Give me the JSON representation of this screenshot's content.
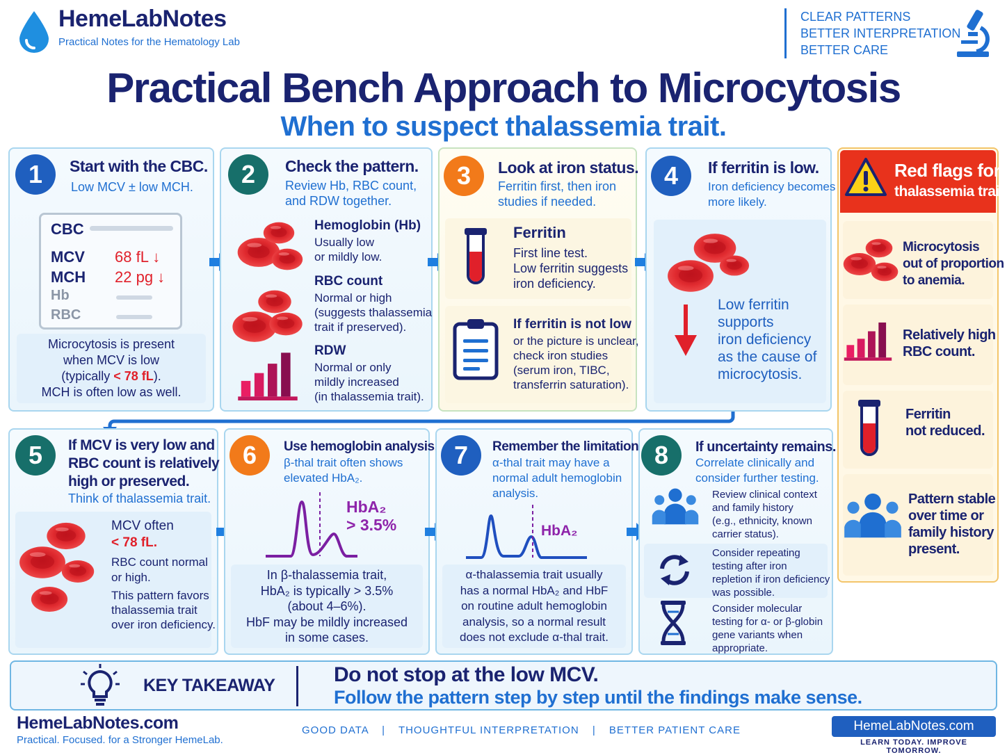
{
  "header": {
    "brand": "HemeLabNotes",
    "tagline": "Practical Notes for the Hematology Lab",
    "slogan": [
      "CLEAR PATTERNS",
      "BETTER INTERPRETATION",
      "BETTER CARE"
    ],
    "title": "Practical Bench Approach to Microcytosis",
    "subtitle": "When to suspect thalassemia trait."
  },
  "steps": {
    "s1": {
      "num": "1",
      "title": "Start with the CBC.",
      "sub": "Low MCV ± low MCH.",
      "cbc_label": "CBC",
      "rows": [
        {
          "label": "MCV",
          "value": "68 fL ↓"
        },
        {
          "label": "MCH",
          "value": "22 pg ↓"
        },
        {
          "label": "Hb",
          "value": ""
        },
        {
          "label": "RBC",
          "value": ""
        }
      ],
      "note_a": "Microcytosis is present",
      "note_b": "when MCV is low",
      "note_c": "(typically ",
      "note_c_red": "< 78 fL",
      "note_c_end": ").",
      "note_d": "MCH is often low as well."
    },
    "s2": {
      "num": "2",
      "title": "Check the pattern.",
      "sub_a": "Review Hb, RBC count,",
      "sub_b": "and RDW together.",
      "hb_title": "Hemoglobin (Hb)",
      "hb_a": "Usually low",
      "hb_b": "or mildly low.",
      "rbc_title": "RBC count",
      "rbc_a": "Normal or high",
      "rbc_b": "(suggests thalassemia",
      "rbc_c": "trait if preserved).",
      "rdw_title": "RDW",
      "rdw_a": "Normal or only",
      "rdw_b": "mildly increased",
      "rdw_c": "(in thalassemia trait)."
    },
    "s3": {
      "num": "3",
      "title": "Look at iron status.",
      "sub_a": "Ferritin first, then iron",
      "sub_b": "studies if needed.",
      "fer_title": "Ferritin",
      "fer_a": "First line test.",
      "fer_b": "Low ferritin suggests",
      "fer_c": "iron deficiency.",
      "nl_title": "If ferritin is not low",
      "nl_a": "or the picture is unclear,",
      "nl_b": "check iron studies",
      "nl_c": "(serum iron, TIBC,",
      "nl_d": "transferrin saturation)."
    },
    "s4": {
      "num": "4",
      "title": "If ferritin is low.",
      "sub_a": "Iron deficiency becomes",
      "sub_b": "more likely.",
      "body": [
        "Low ferritin",
        "supports",
        "iron deficiency",
        "as the cause of",
        "microcytosis."
      ]
    },
    "s5": {
      "num": "5",
      "title_a": "If MCV is very low and",
      "title_b": "RBC count is relatively",
      "title_c": "high or preserved.",
      "sub": "Think of thalassemia trait.",
      "a": "MCV often",
      "b": "< 78 fL.",
      "c": "RBC count normal",
      "d": "or high.",
      "e": "This pattern favors",
      "f": "thalassemia trait",
      "g": "over iron deficiency."
    },
    "s6": {
      "num": "6",
      "title": "Use hemoglobin analysis.",
      "sub_a": "β-thal trait often shows",
      "sub_b": "elevated HbA₂.",
      "peak_a": "HbA₂",
      "peak_b": "> 3.5%",
      "n1": "In β-thalassemia trait,",
      "n2": "HbA₂ is typically > 3.5%",
      "n3": "(about 4–6%).",
      "n4": "HbF may be mildly increased",
      "n5": "in some cases."
    },
    "s7": {
      "num": "7",
      "title": "Remember the limitation.",
      "sub_a": "α-thal trait may have a",
      "sub_b": "normal adult hemoglobin",
      "sub_c": "analysis.",
      "peak": "HbA₂",
      "n1": "α-thalassemia trait usually",
      "n2": "has a normal HbA₂ and HbF",
      "n3": "on routine adult hemoglobin",
      "n4": "analysis, so a normal result",
      "n5": "does not exclude α-thal trait."
    },
    "s8": {
      "num": "8",
      "title": "If uncertainty remains.",
      "sub_a": "Correlate clinically and",
      "sub_b": "consider further testing.",
      "i1": [
        "Review clinical context",
        "and family history",
        "(e.g., ethnicity, known",
        "carrier status)."
      ],
      "i2": [
        "Consider repeating",
        "testing after iron",
        "repletion if iron deficiency",
        "was possible."
      ],
      "i3": [
        "Consider molecular",
        "testing for α- or β-globin",
        "gene variants when",
        "appropriate."
      ]
    }
  },
  "flags": {
    "title_a": "Red flags for",
    "title_b": "thalassemia trait",
    "f1": [
      "Microcytosis",
      "out of proportion",
      "to anemia."
    ],
    "f2": [
      "Relatively high",
      "RBC count."
    ],
    "f3": [
      "Ferritin",
      "not reduced."
    ],
    "f4": [
      "Pattern stable",
      "over time or",
      "family history",
      "present."
    ]
  },
  "takeaway": {
    "label": "KEY TAKEAWAY",
    "line1": "Do not stop at the low MCV.",
    "line2": "Follow the pattern step by step until the findings make sense."
  },
  "footer": {
    "site": "HemeLabNotes.com",
    "tag": "Practical. Focused. for a Stronger HemeLab.",
    "mid": [
      "GOOD DATA",
      "|",
      "THOUGHTFUL INTERPRETATION",
      "|",
      "BETTER PATIENT CARE"
    ],
    "badge": "HemeLabNotes.com",
    "badge_sub": "LEARN TODAY. IMPROVE TOMORROW."
  },
  "colors": {
    "navy": "#1a2370",
    "blue": "#1f6fd1",
    "red": "#e0202a",
    "orange": "#f27a1a",
    "teal": "#176f6a"
  }
}
